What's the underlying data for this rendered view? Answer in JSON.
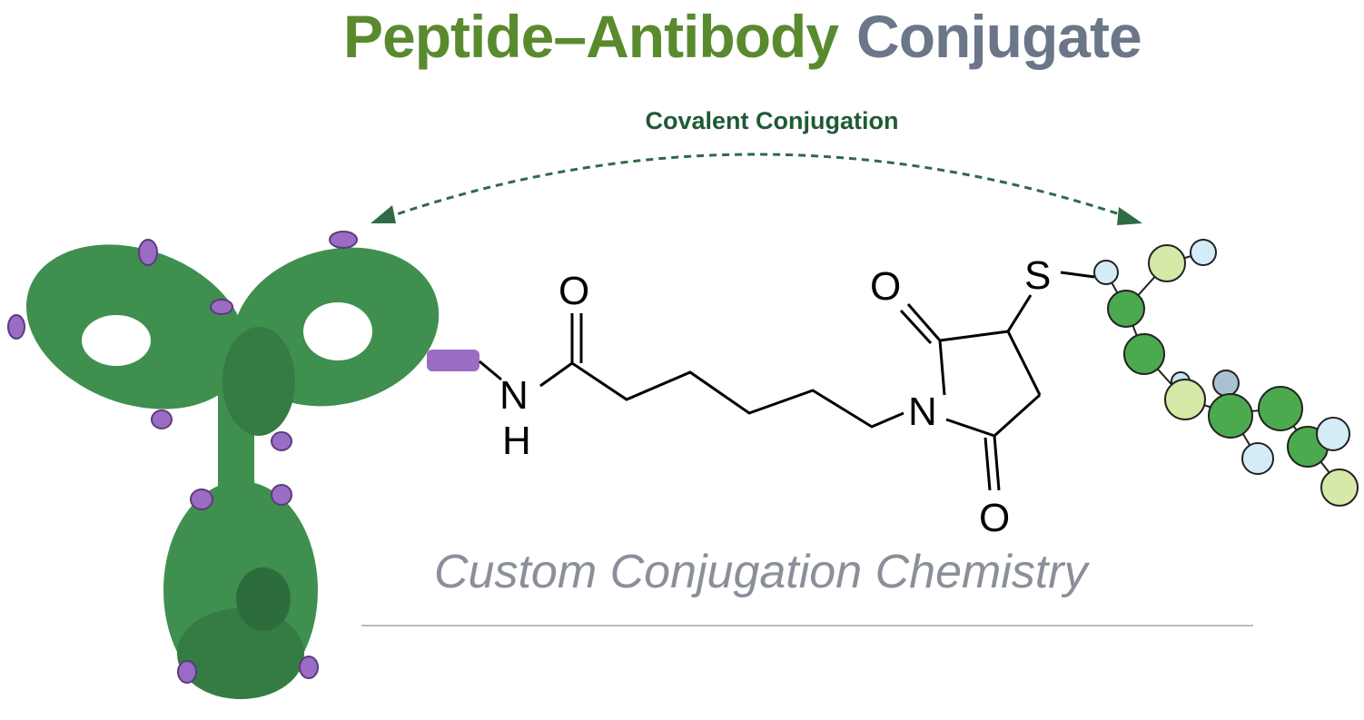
{
  "title": {
    "part1": "Peptide–Antibody",
    "part2": "Conjugate"
  },
  "subtitle": "Covalent Conjugation",
  "tagline": "Custom Conjugation Chemistry",
  "structure": {
    "atoms": [
      "O",
      "N",
      "H",
      "N",
      "O",
      "O",
      "S"
    ]
  },
  "colors": {
    "title_green": "#5a8a2e",
    "title_gray": "#6b7688",
    "subtitle_green": "#1f5a35",
    "antibody_green": "#3f8f4f",
    "linker_purple": "#9b6cc4",
    "tagline_gray": "#8a8f99"
  }
}
